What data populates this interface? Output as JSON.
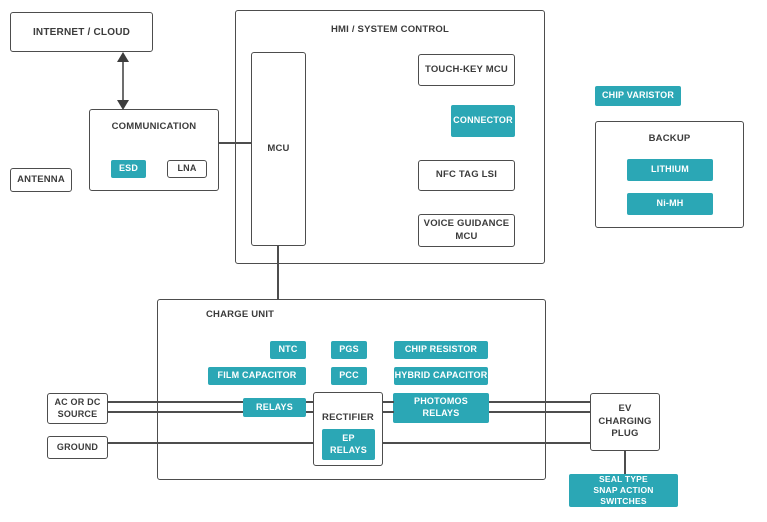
{
  "colors": {
    "accent_teal": "#2BA7B5",
    "line_and_border": "#4D4D4D",
    "text": "#3B3B3B",
    "background": "#FFFFFF"
  },
  "diagram": {
    "internet_cloud": {
      "label": "INTERNET / CLOUD"
    },
    "antenna": {
      "label": "ANTENNA"
    },
    "communication": {
      "title": "COMMUNICATION",
      "esd": {
        "label": "ESD"
      },
      "lna": {
        "label": "LNA"
      }
    },
    "hmi": {
      "title": "HMI / SYSTEM CONTROL",
      "mcu": {
        "label": "MCU"
      },
      "touch_key_mcu": {
        "label": "TOUCH-KEY MCU"
      },
      "connector": {
        "label": "CONNECTOR"
      },
      "nfc_tag_lsi": {
        "label": "NFC TAG LSI"
      },
      "voice_guidance_mcu": {
        "label": "VOICE GUIDANCE\nMCU"
      }
    },
    "chip_varistor": {
      "label": "CHIP VARISTOR"
    },
    "backup": {
      "title": "BACKUP",
      "lithium": {
        "label": "LITHIUM"
      },
      "ni_mh": {
        "label": "Ni-MH"
      }
    },
    "charge_unit": {
      "title": "CHARGE UNIT",
      "ntc": {
        "label": "NTC"
      },
      "pgs": {
        "label": "PGS"
      },
      "chip_resistor": {
        "label": "CHIP RESISTOR"
      },
      "film_capacitor": {
        "label": "FILM CAPACITOR"
      },
      "pcc": {
        "label": "PCC"
      },
      "hybrid_capacitor": {
        "label": "HYBRID CAPACITOR"
      },
      "relays": {
        "label": "RELAYS"
      },
      "rectifier": {
        "label": "RECTIFIER"
      },
      "ep_relays": {
        "label": "EP\nRELAYS"
      },
      "photomos_relays": {
        "label": "PHOTOMOS\nRELAYS"
      }
    },
    "ac_or_dc_source": {
      "label": "AC OR DC\nSOURCE"
    },
    "ground": {
      "label": "GROUND"
    },
    "ev_charging_plug": {
      "label": "EV CHARGING\nPLUG"
    },
    "seal_type_snap_action_switches": {
      "label": "SEAL TYPE\nSNAP ACTION SWITCHES"
    }
  }
}
